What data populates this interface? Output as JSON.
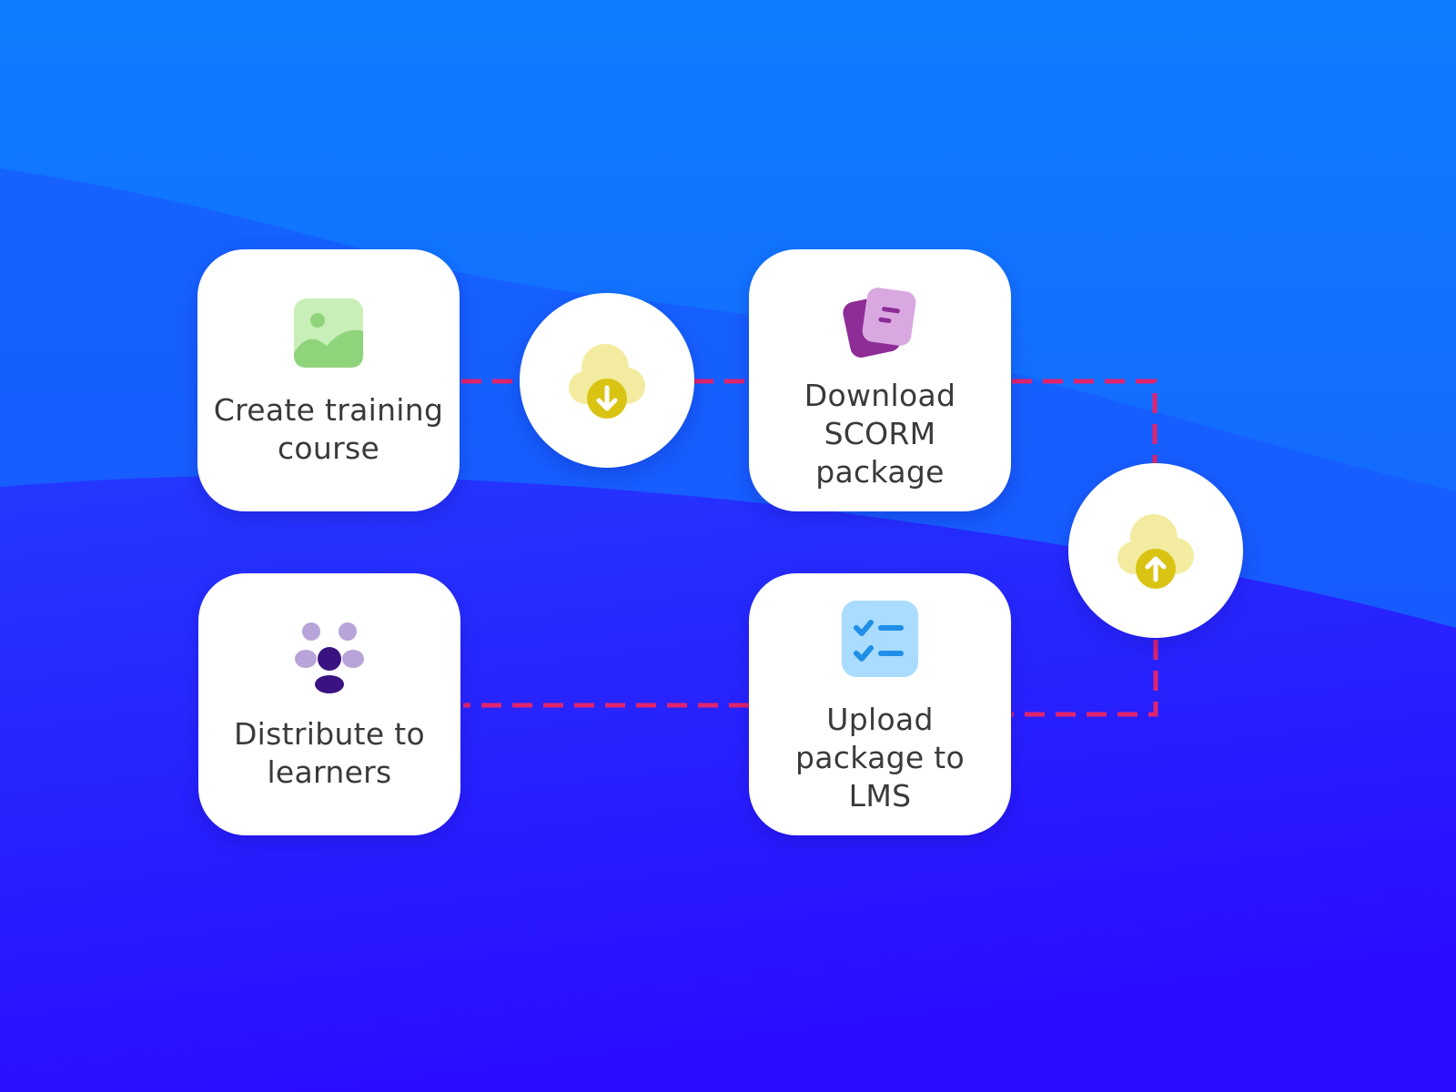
{
  "steps": [
    {
      "id": "create",
      "label": "Create training course",
      "icon": "image-icon"
    },
    {
      "id": "download",
      "label": "Download SCORM package",
      "icon": "documents-icon"
    },
    {
      "id": "upload",
      "label": "Upload package to LMS",
      "icon": "checklist-icon"
    },
    {
      "id": "distribute",
      "label": "Distribute to learners",
      "icon": "people-group-icon"
    }
  ],
  "transitions": [
    {
      "from": "create",
      "to": "download",
      "icon": "cloud-download-icon"
    },
    {
      "from": "download",
      "to": "upload",
      "icon": "cloud-upload-icon"
    },
    {
      "from": "upload",
      "to": "distribute",
      "icon": ""
    }
  ],
  "colors": {
    "background_top": "#0f7bff",
    "background_bottom": "#2a10ff",
    "connector": "#e0246e",
    "card": "#ffffff",
    "label_text": "#3a3a3a",
    "cloud": "#f3eca0",
    "cloud_badge": "#d9c414"
  }
}
